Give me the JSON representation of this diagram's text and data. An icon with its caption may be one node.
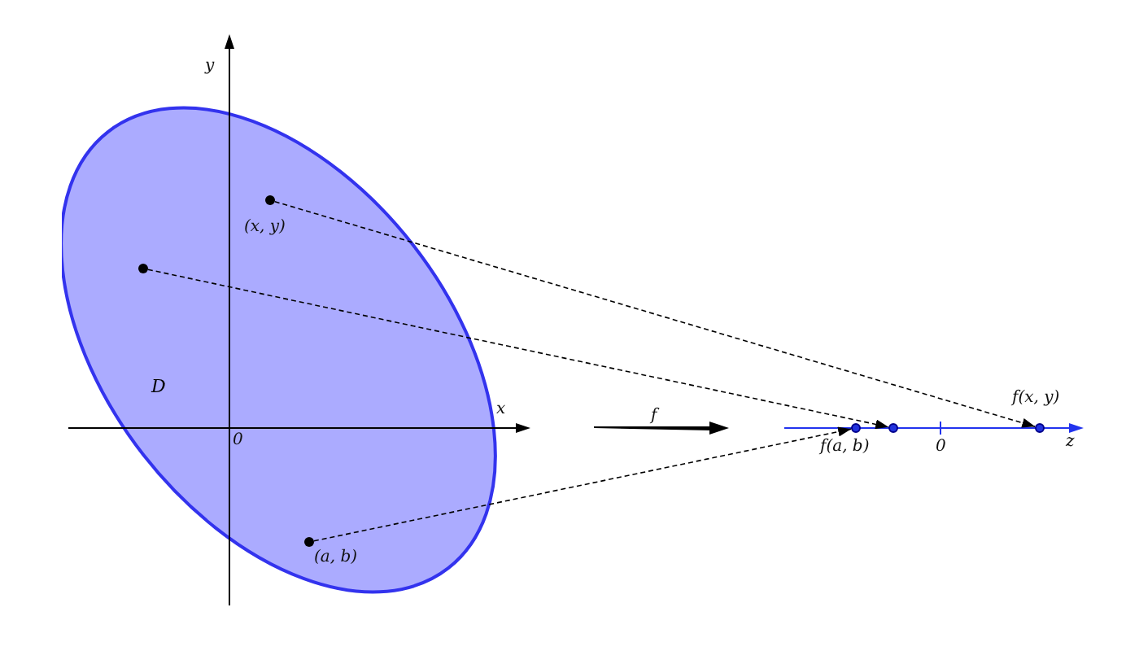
{
  "diagram": {
    "nodes": [
      {
        "text": [
          "D"
        ]
      },
      {
        "text": [
          "(x, y)"
        ],
        "in": 0
      },
      {
        "text": [],
        "shape": "circle",
        "in": 0
      },
      {
        "text": [
          "(a, b)"
        ],
        "in": 0
      },
      {
        "text": [
          "f(a, b)"
        ]
      },
      {
        "text": [],
        "shape": "circle"
      },
      {
        "text": [
          "f(x, y)"
        ]
      }
    ],
    "edges": [
      {
        "from": 1,
        "to": 6,
        "arrow": "to",
        "style": "dashed"
      },
      {
        "from": 2,
        "to": 5,
        "arrow": "to",
        "style": "dashed"
      },
      {
        "from": 3,
        "to": 4,
        "arrow": "to",
        "style": "dashed"
      }
    ],
    "labels": [
      "y",
      "x",
      "0",
      "f",
      "0",
      "z"
    ]
  }
}
